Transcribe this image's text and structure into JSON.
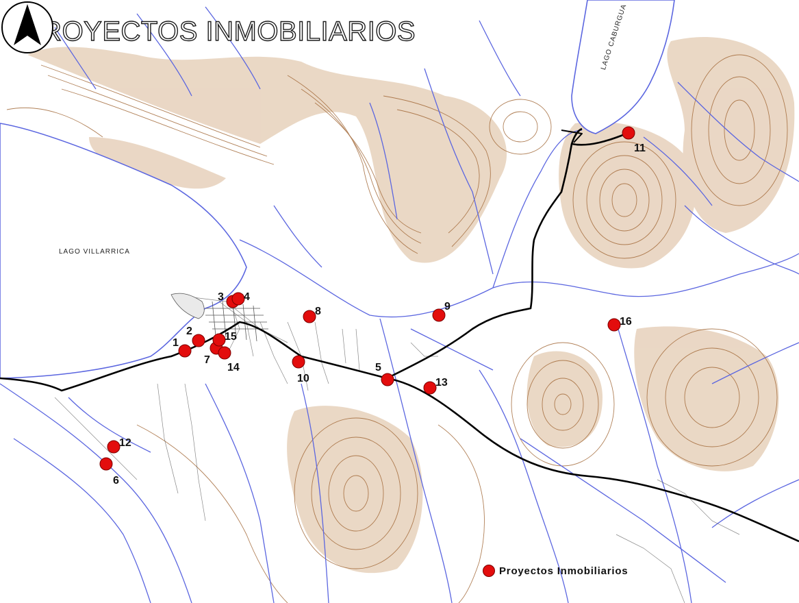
{
  "map": {
    "title": "PROYECTOS INMOBILIARIOS",
    "lakes": [
      {
        "name": "LAGO VILLARRICA",
        "id": "villarrica"
      },
      {
        "name": "LAGO CABURGUA",
        "id": "caburgua"
      }
    ],
    "legend": {
      "label": "Proyectos Inmobiliarios",
      "marker_color": "#e30d0d"
    },
    "colors": {
      "water": "#5b66e0",
      "contour": "#a36a3a",
      "terrain_fill": "#c9a27a",
      "road": "#000000",
      "lake": "#ffffff",
      "marker": "#e30d0d"
    },
    "icons": [
      "north-arrow-icon"
    ]
  },
  "projects": [
    {
      "id": "1",
      "label": "1"
    },
    {
      "id": "2",
      "label": "2"
    },
    {
      "id": "3",
      "label": "3"
    },
    {
      "id": "4",
      "label": "4"
    },
    {
      "id": "5",
      "label": "5"
    },
    {
      "id": "6",
      "label": "6"
    },
    {
      "id": "7",
      "label": "7"
    },
    {
      "id": "8",
      "label": "8"
    },
    {
      "id": "9",
      "label": "9"
    },
    {
      "id": "10",
      "label": "10"
    },
    {
      "id": "11",
      "label": "11"
    },
    {
      "id": "12",
      "label": "12"
    },
    {
      "id": "13",
      "label": "13"
    },
    {
      "id": "14",
      "label": "14"
    },
    {
      "id": "15",
      "label": "15"
    },
    {
      "id": "16",
      "label": "16"
    }
  ]
}
